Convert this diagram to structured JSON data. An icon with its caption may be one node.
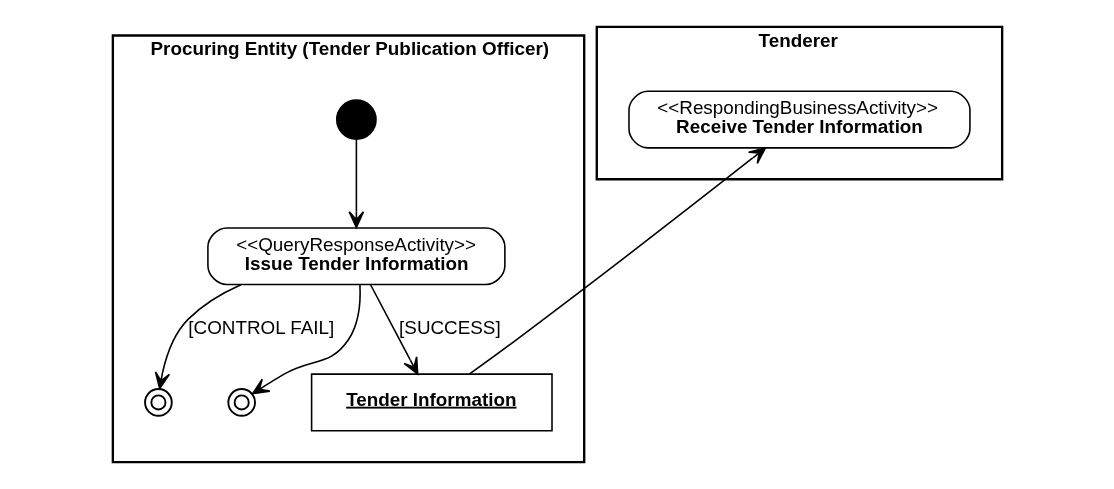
{
  "diagram": {
    "nodes": [
      {
        "text": [
          "Procuring Entity (Tender Publication Officer)"
        ]
      },
      {
        "text": [
          "Tenderer"
        ]
      },
      {
        "text": [],
        "shape": "circle",
        "in": 0
      },
      {
        "text": [
          "<<QueryResponseActivity>>",
          "Issue Tender Information"
        ],
        "in": 0
      },
      {
        "text": [],
        "shape": "circle",
        "in": 0
      },
      {
        "text": [],
        "shape": "circle",
        "in": 0
      },
      {
        "text": [
          "Tender Information"
        ],
        "in": 0
      },
      {
        "text": [
          "<<RespondingBusinessActivity>>",
          "Receive Tender Information"
        ],
        "in": 1
      }
    ],
    "edges": [
      {
        "from": 2,
        "to": 3,
        "arrow": "to"
      },
      {
        "from": 3,
        "to": 4,
        "arrow": "to",
        "label": "[CONTROL FAIL]"
      },
      {
        "from": 3,
        "to": 5,
        "arrow": "to"
      },
      {
        "from": 3,
        "to": 6,
        "arrow": "to",
        "label": "[SUCCESS]"
      },
      {
        "from": 6,
        "to": 7,
        "arrow": "to"
      }
    ]
  }
}
